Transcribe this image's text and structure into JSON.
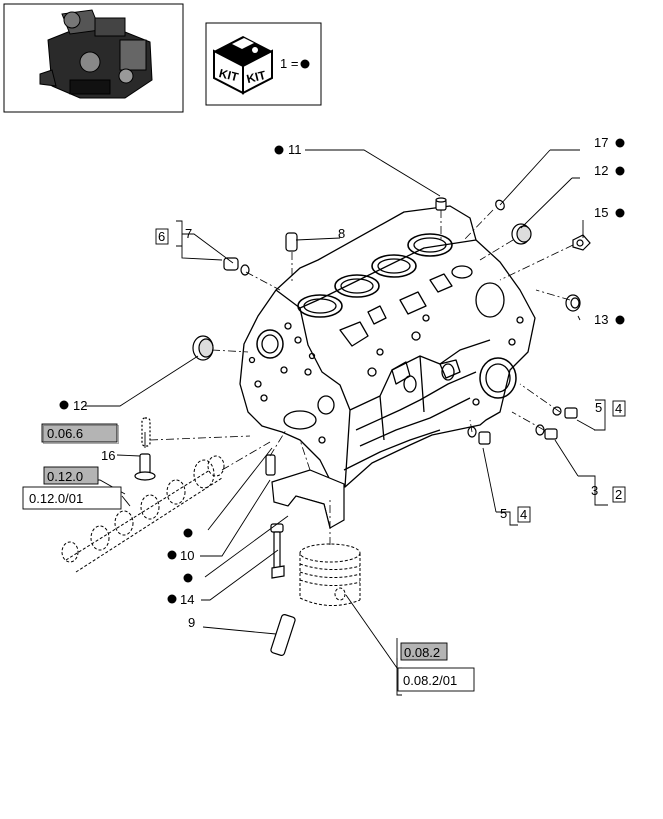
{
  "kit_legend": {
    "kit_word_1": "KIT",
    "kit_word_2": "KIT",
    "equation": "1 ="
  },
  "callouts": {
    "c17": "17",
    "c12a": "12",
    "c11": "11",
    "c15": "15",
    "c13": "13",
    "c7": "7",
    "c8": "8",
    "c6": "6",
    "c12b": "12",
    "c16": "16",
    "c5a": "5",
    "c4a": "4",
    "c3": "3",
    "c2": "2",
    "c5b": "5",
    "c4b": "4",
    "c10": "10",
    "c14": "14",
    "c9": "9"
  },
  "references": {
    "r0066": "0.06.6",
    "r0120": "0.12.0",
    "r012001": "0.12.0/01",
    "r0082": "0.08.2",
    "r008201": "0.08.2/01"
  },
  "colors": {
    "line": "#000000",
    "ref_fill": "#b4b4b4",
    "paper": "#ffffff"
  }
}
